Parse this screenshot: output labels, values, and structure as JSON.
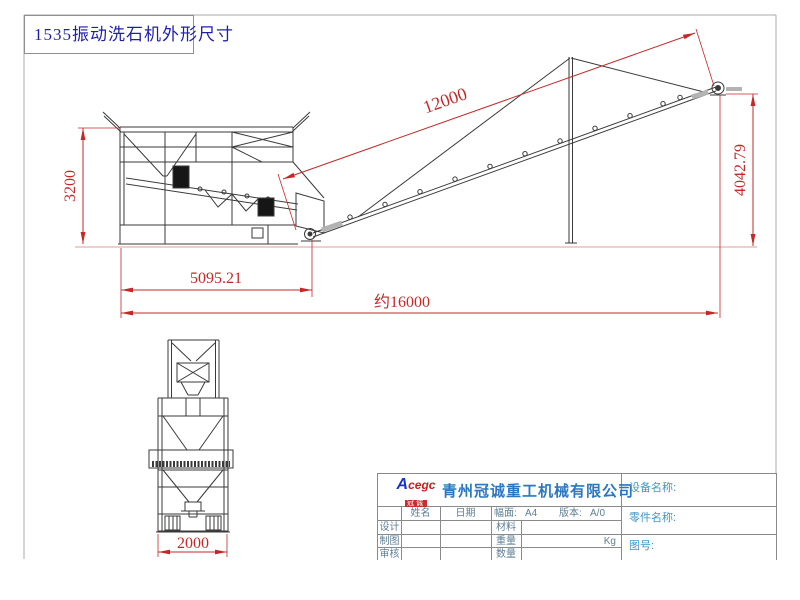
{
  "title": "1535振动洗石机外形尺寸",
  "dims": {
    "conveyor_length": "12000",
    "machine_height": "3200",
    "discharge_height": "4042.79",
    "machine_length": "5095.21",
    "total_length": "约16000",
    "front_width": "2000"
  },
  "tblock": {
    "logo": {
      "a": "A",
      "rest": "cegc",
      "sub": "冠诚"
    },
    "company": "青州冠诚重工机械有限公司",
    "right": {
      "device": "设备名称:",
      "part": "零件名称:",
      "number": "图号:"
    },
    "header": {
      "name": "姓名",
      "date": "日期",
      "format_label": "幅面:",
      "format_value": "A4",
      "version_label": "版本:",
      "version_value": "A/0"
    },
    "rows": [
      {
        "role": "设计",
        "field": "材料",
        "value": ""
      },
      {
        "role": "制图",
        "field": "重量",
        "value": "Kg"
      },
      {
        "role": "审核",
        "field": "数量",
        "value": ""
      }
    ]
  }
}
